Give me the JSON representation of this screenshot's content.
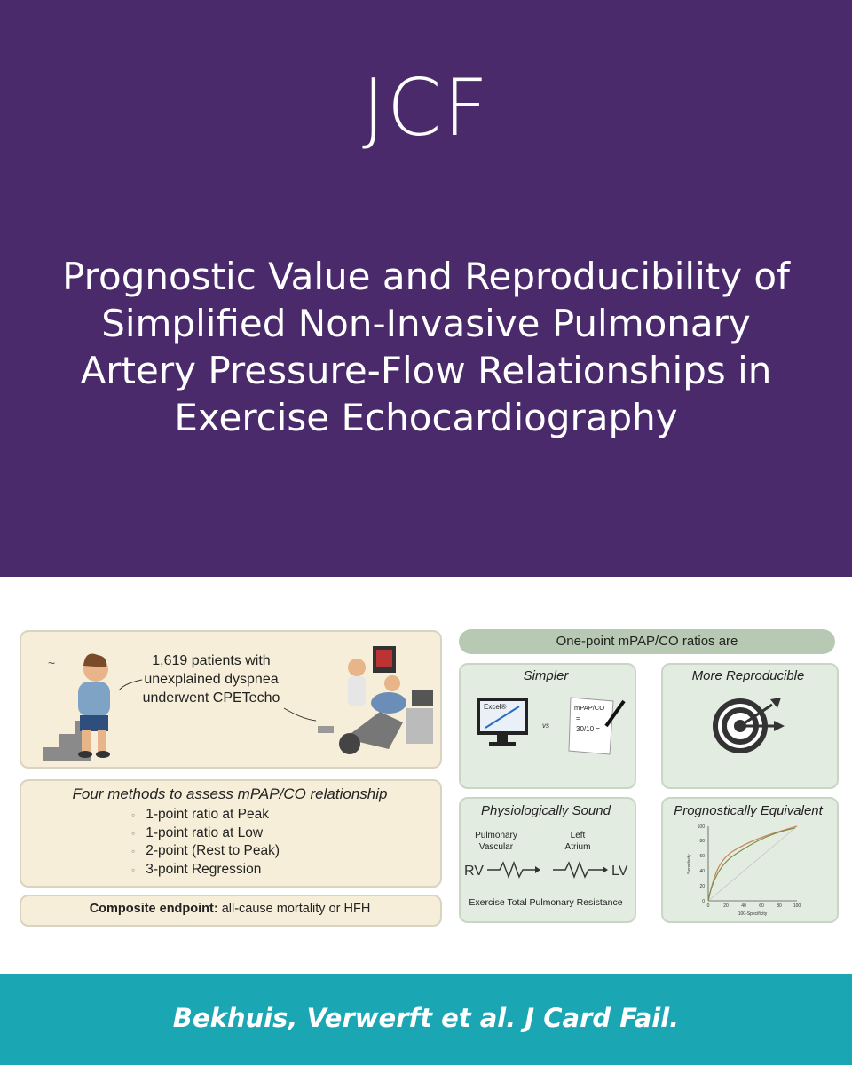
{
  "header": {
    "journal": "JCF",
    "title": "Prognostic Value and Reproducibility of Simplified Non-Invasive Pulmonary Artery Pressure-Flow Relationships in Exercise Echocardiography"
  },
  "abstract": {
    "patients_text": "1,619 patients with unexplained dyspnea underwent CPETecho",
    "methods_title": "Four methods to assess mPAP/CO relationship",
    "methods": [
      "1-point ratio at Peak",
      "1-point ratio at Low",
      "2-point (Rest to Peak)",
      "3-point Regression"
    ],
    "endpoint_label": "Composite endpoint:",
    "endpoint_text": " all-cause mortality or HFH",
    "banner": "One-point mPAP/CO ratios are",
    "simpler": {
      "title": "Simpler",
      "excel": "Excel®",
      "vs": "vs",
      "paper_line1": "mPAP/CO",
      "paper_line2": "=",
      "paper_line3": "30/10 ="
    },
    "reproducible": {
      "title": "More Reproducible"
    },
    "physio": {
      "title": "Physiologically Sound",
      "pulmonary": "Pulmonary",
      "vascular": "Vascular",
      "left": "Left",
      "atrium": "Atrium",
      "rv": "RV",
      "lv": "LV",
      "caption": "Exercise Total Pulmonary Resistance"
    },
    "prognostic": {
      "title": "Prognostically Equivalent",
      "ylabel": "Sensitivity",
      "xlabel": "100-Specificity",
      "ticks": [
        "0",
        "20",
        "40",
        "60",
        "80",
        "100"
      ]
    }
  },
  "colors": {
    "header": "#4a2a6b",
    "footer": "#1ba6b4",
    "beige": "#f6eed8",
    "green": "#e3ece1"
  },
  "footer": {
    "citation": "Bekhuis, Verwerft et al. J Card Fail."
  }
}
